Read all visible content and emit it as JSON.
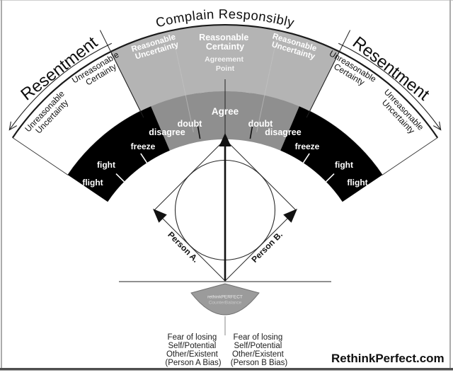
{
  "colors": {
    "band_light_gray": "#b4b4b4",
    "band_dark_gray": "#8f8f8f",
    "band_black": "#000000",
    "fan_gray": "#9b9b9b"
  },
  "header": {
    "title": "Complain Responsibly"
  },
  "outer_ring": {
    "left": {
      "resentment": "Resentment",
      "unreasonable_certainty": [
        "Unreasonable",
        "Certainty"
      ],
      "unreasonable_uncertainty": [
        "Unreasonable",
        "Uncertainty"
      ],
      "reasonable_uncertainty": [
        "Reasonable",
        "Uncertainty"
      ]
    },
    "center": {
      "reasonable_certainty": [
        "Reasonable",
        "Certainty"
      ],
      "agreement_point": [
        "Agreement",
        "Point"
      ]
    },
    "right": {
      "resentment": "Resentment",
      "unreasonable_certainty": [
        "Unreasonable",
        "Certainty"
      ],
      "unreasonable_uncertainty": [
        "Unreasonable",
        "Uncertainty"
      ],
      "reasonable_uncertainty": [
        "Reasonable",
        "Uncertainty"
      ]
    }
  },
  "inner_ring": {
    "agree": "Agree",
    "left": {
      "doubt": "doubt",
      "disagree": "disagree",
      "freeze": "freeze",
      "fight": "fight",
      "flight": "flight"
    },
    "right": {
      "doubt": "doubt",
      "disagree": "disagree",
      "freeze": "freeze",
      "fight": "fight",
      "flight": "flight"
    }
  },
  "center_figure": {
    "person_a": "Person A.",
    "person_b": "Person B."
  },
  "logo_fan": {
    "line1": "rethinkPERFECT",
    "line2": "CounterBalance"
  },
  "footer": {
    "left_bias": [
      "Fear of losing",
      "Self/Potential",
      "Other/Existent",
      "(Person A Bias)"
    ],
    "right_bias": [
      "Fear of losing",
      "Self/Potential",
      "Other/Existent",
      "(Person B Bias)"
    ],
    "website": "RethinkPerfect.com"
  }
}
